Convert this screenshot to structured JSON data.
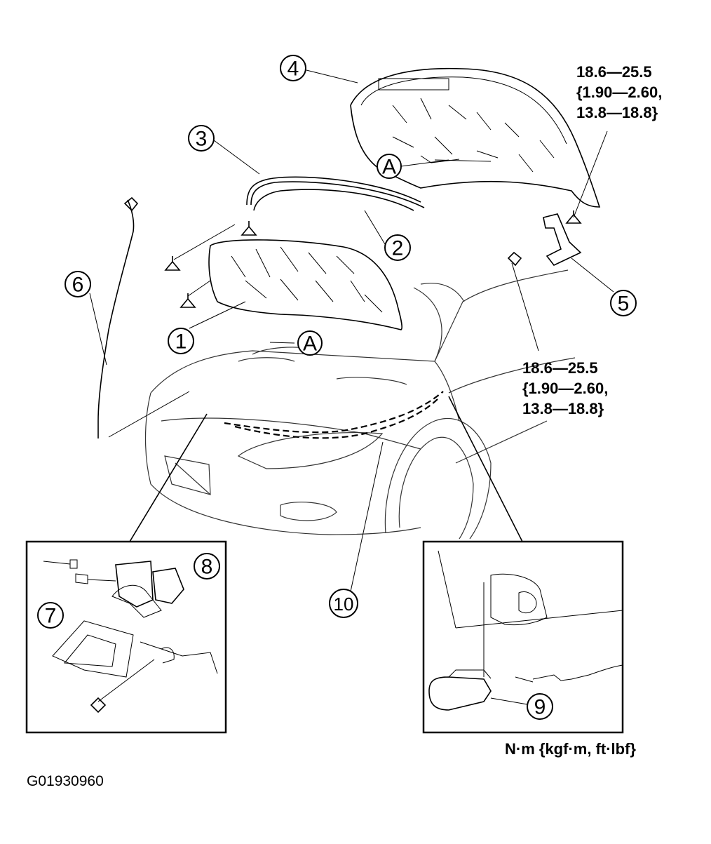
{
  "callouts": [
    {
      "id": "1",
      "label": "1"
    },
    {
      "id": "2",
      "label": "2"
    },
    {
      "id": "3",
      "label": "3"
    },
    {
      "id": "4",
      "label": "4"
    },
    {
      "id": "5",
      "label": "5"
    },
    {
      "id": "6",
      "label": "6"
    },
    {
      "id": "7",
      "label": "7"
    },
    {
      "id": "8",
      "label": "8"
    },
    {
      "id": "9",
      "label": "9"
    },
    {
      "id": "10",
      "label": "10"
    }
  ],
  "reference_marks": {
    "upper": "A",
    "lower": "A"
  },
  "torque_specs": {
    "hinge_bolt_top": {
      "line1": "18.6—25.5",
      "line2": "{1.90—2.60,",
      "line3": "13.8—18.8}"
    },
    "hinge_bolt_bottom": {
      "line1": "18.6—25.5",
      "line2": "{1.90—2.60,",
      "line3": "13.8—18.8}"
    }
  },
  "unit_note": "N·m {kgf·m, ft·lbf}",
  "figure_code": "G01930960"
}
